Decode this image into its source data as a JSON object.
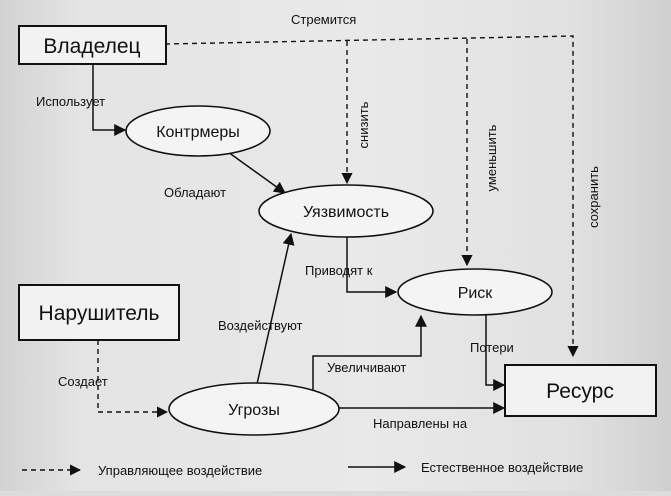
{
  "nodes": {
    "owner": "Владелец",
    "intruder": "Нарушитель",
    "resource": "Ресурс",
    "countermeasures": "Контрмеры",
    "vulnerability": "Уязвимость",
    "risk": "Риск",
    "threats": "Угрозы"
  },
  "edges": {
    "strives": "Стремится",
    "uses": "Использует",
    "possess": "Обладают",
    "reduce": "снизить",
    "decrease": "уменьшить",
    "preserve": "сохранить",
    "lead_to": "Приводят к",
    "affect": "Воздействуют",
    "increase": "Увеличивают",
    "losses": "Потери",
    "creates": "Создает",
    "directed_at": "Направлены на"
  },
  "legend": {
    "control": "Управляющее воздействие",
    "natural": "Естественное воздействие"
  }
}
